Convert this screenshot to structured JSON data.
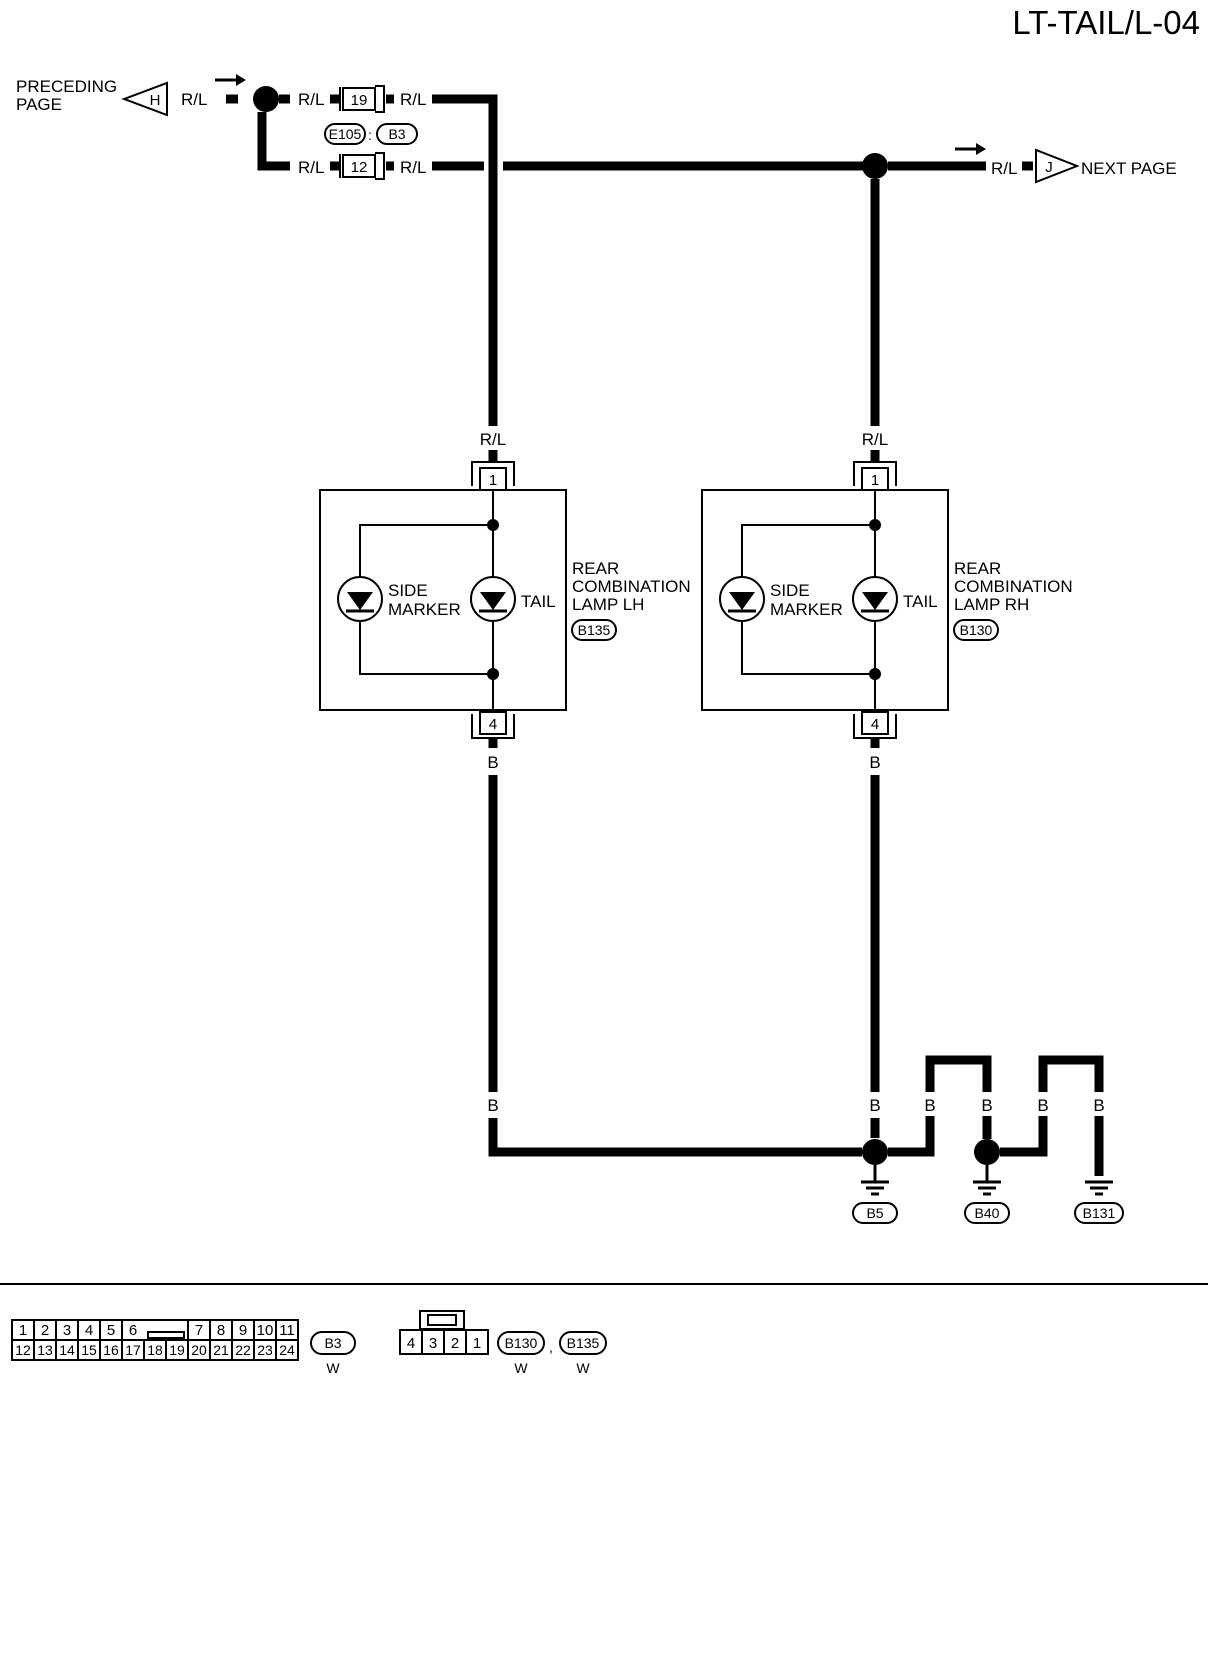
{
  "page_title": "LT-TAIL/L-04",
  "preceding": {
    "label_line1": "PRECEDING",
    "label_line2": "PAGE",
    "connector": "H"
  },
  "next": {
    "label": "NEXT PAGE",
    "connector": "J"
  },
  "wire_colors": {
    "rl": "R/L",
    "b": "B"
  },
  "connectors": {
    "pin19": "19",
    "pin12": "12",
    "e105": "E105",
    "b3": "B3",
    "lamp_pin1": "1",
    "lamp_pin4": "4"
  },
  "lamp_lh": {
    "line1": "REAR",
    "line2": "COMBINATION",
    "line3": "LAMP LH",
    "connector": "B135",
    "side_line1": "SIDE",
    "side_line2": "MARKER",
    "tail": "TAIL"
  },
  "lamp_rh": {
    "line1": "REAR",
    "line2": "COMBINATION",
    "line3": "LAMP RH",
    "connector": "B130",
    "side_line1": "SIDE",
    "side_line2": "MARKER",
    "tail": "TAIL"
  },
  "grounds": [
    "B5",
    "B40",
    "B131"
  ],
  "legend": {
    "b3_top_pins": [
      "1",
      "2",
      "3",
      "4",
      "5",
      "6",
      "7",
      "8",
      "9",
      "10",
      "11"
    ],
    "b3_bottom_pins": [
      "12",
      "13",
      "14",
      "15",
      "16",
      "17",
      "18",
      "19",
      "20",
      "21",
      "22",
      "23",
      "24"
    ],
    "b3_label": "B3",
    "b3_color": "W",
    "lamp_pins": [
      "4",
      "3",
      "2",
      "1"
    ],
    "lamp_label1": "B130",
    "lamp_label2": "B135",
    "lamp_color1": "W",
    "lamp_color2": "W",
    "separator": ","
  }
}
